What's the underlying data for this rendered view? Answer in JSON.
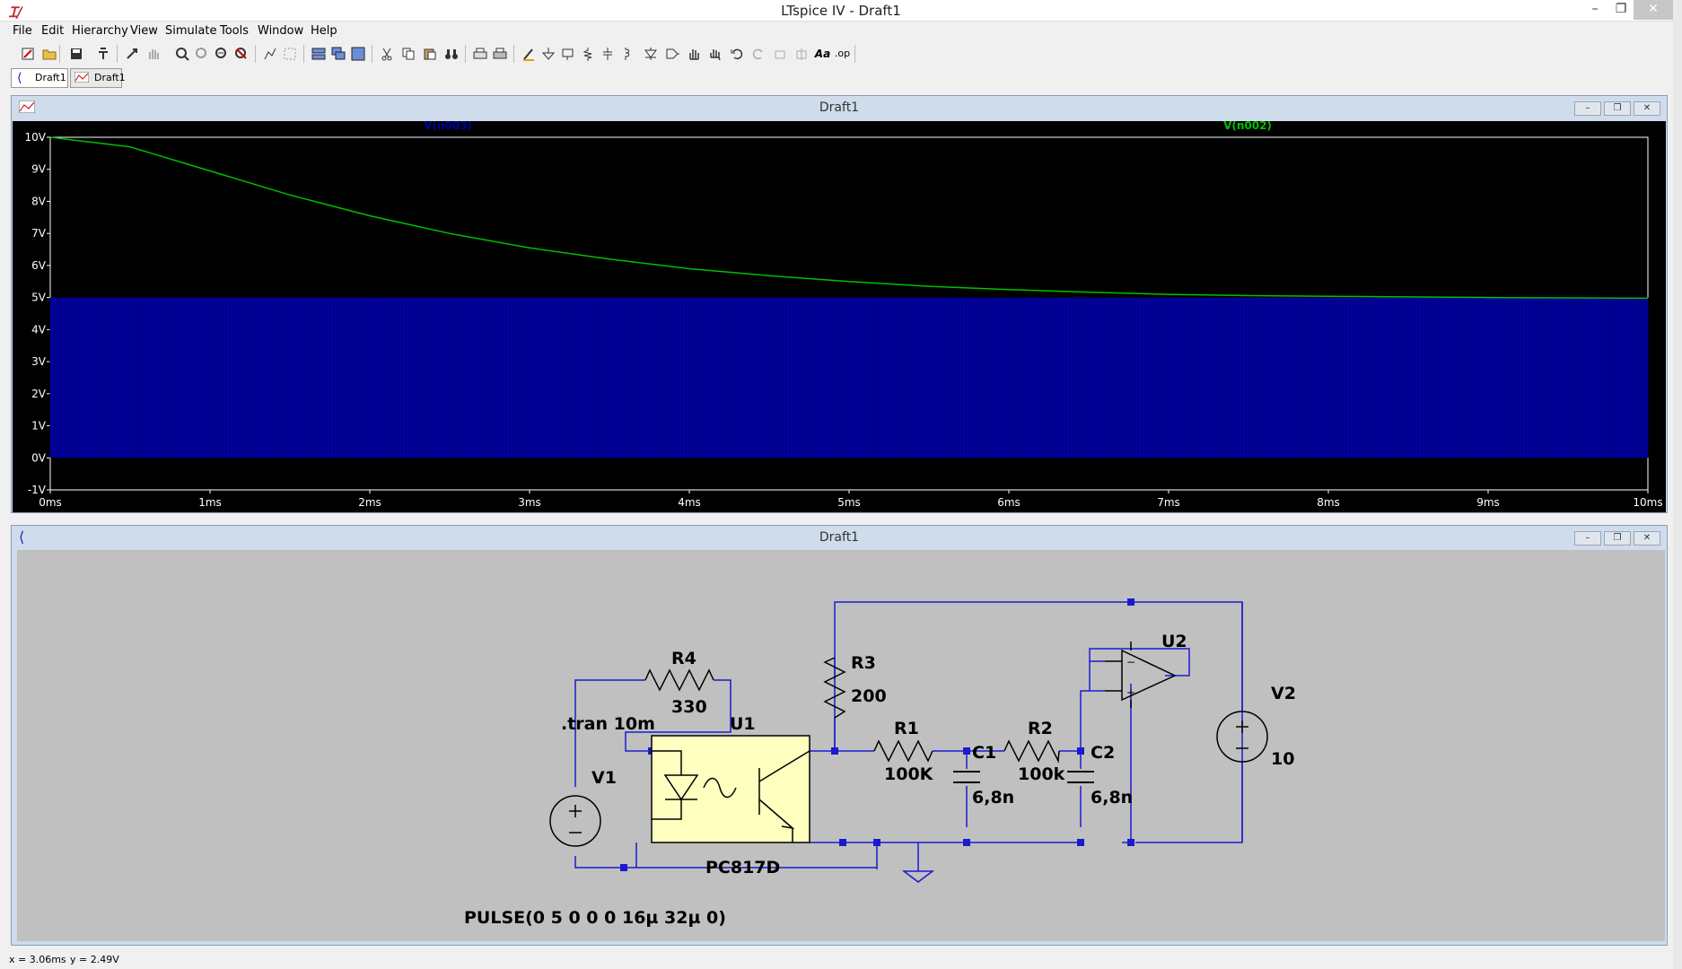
{
  "window": {
    "title": "LTspice IV - Draft1"
  },
  "menu": [
    "File",
    "Edit",
    "Hierarchy",
    "View",
    "Simulate",
    "Tools",
    "Window",
    "Help"
  ],
  "tabs": [
    {
      "label": "Draft1",
      "icon": "schematic-icon"
    },
    {
      "label": "Draft1",
      "icon": "waveform-icon"
    }
  ],
  "plot_window": {
    "title": "Draft1"
  },
  "schematic_window": {
    "title": "Draft1"
  },
  "chart_data": {
    "type": "line",
    "x_unit": "ms",
    "xlim": [
      0,
      10
    ],
    "ylim": [
      -1,
      10
    ],
    "x_ticks": [
      "0ms",
      "1ms",
      "2ms",
      "3ms",
      "4ms",
      "5ms",
      "6ms",
      "7ms",
      "8ms",
      "9ms",
      "10ms"
    ],
    "y_ticks": [
      "10V",
      "9V",
      "8V",
      "7V",
      "6V",
      "5V",
      "4V",
      "3V",
      "2V",
      "1V",
      "0V",
      "-1V"
    ],
    "grid": false,
    "series": [
      {
        "name": "V(n003)",
        "color": "#0000a0",
        "kind": "pulse",
        "low": 0,
        "high": 5,
        "period_ms": 0.032
      },
      {
        "name": "V(n002)",
        "color": "#00c000",
        "x": [
          0,
          0.5,
          1,
          1.5,
          2,
          2.5,
          3,
          3.5,
          4,
          4.5,
          5,
          5.5,
          6,
          6.5,
          7,
          7.5,
          8,
          8.5,
          9,
          9.5,
          10
        ],
        "values": [
          10,
          9.7,
          8.95,
          8.2,
          7.55,
          7.0,
          6.55,
          6.2,
          5.9,
          5.68,
          5.5,
          5.35,
          5.25,
          5.17,
          5.1,
          5.06,
          5.04,
          5.02,
          5.0,
          4.99,
          4.98
        ]
      }
    ]
  },
  "schematic": {
    "R4": {
      "name": "R4",
      "value": "330"
    },
    "R3": {
      "name": "R3",
      "value": "200"
    },
    "R1": {
      "name": "R1",
      "value": "100K"
    },
    "R2": {
      "name": "R2",
      "value": "100k"
    },
    "C1": {
      "name": "C1",
      "value": "6,8n"
    },
    "C2": {
      "name": "C2",
      "value": "6,8n"
    },
    "U1": {
      "name": "U1",
      "part": "PC817D"
    },
    "U2": {
      "name": "U2"
    },
    "V1": {
      "name": "V1",
      "value": "PULSE(0 5 0 0 0 16µ 32µ 0)"
    },
    "V2": {
      "name": "V2",
      "value": "10"
    },
    "directive": ".tran 10m"
  },
  "status": {
    "x": "x = 3.06ms",
    "y": "y = 2.49V"
  },
  "colors": {
    "wire": "#1a1ad0",
    "component": "#000000",
    "optocoupler_fill": "#ffffc0",
    "schematic_bg": "#c0c0c0",
    "plot_bg": "#000000"
  }
}
